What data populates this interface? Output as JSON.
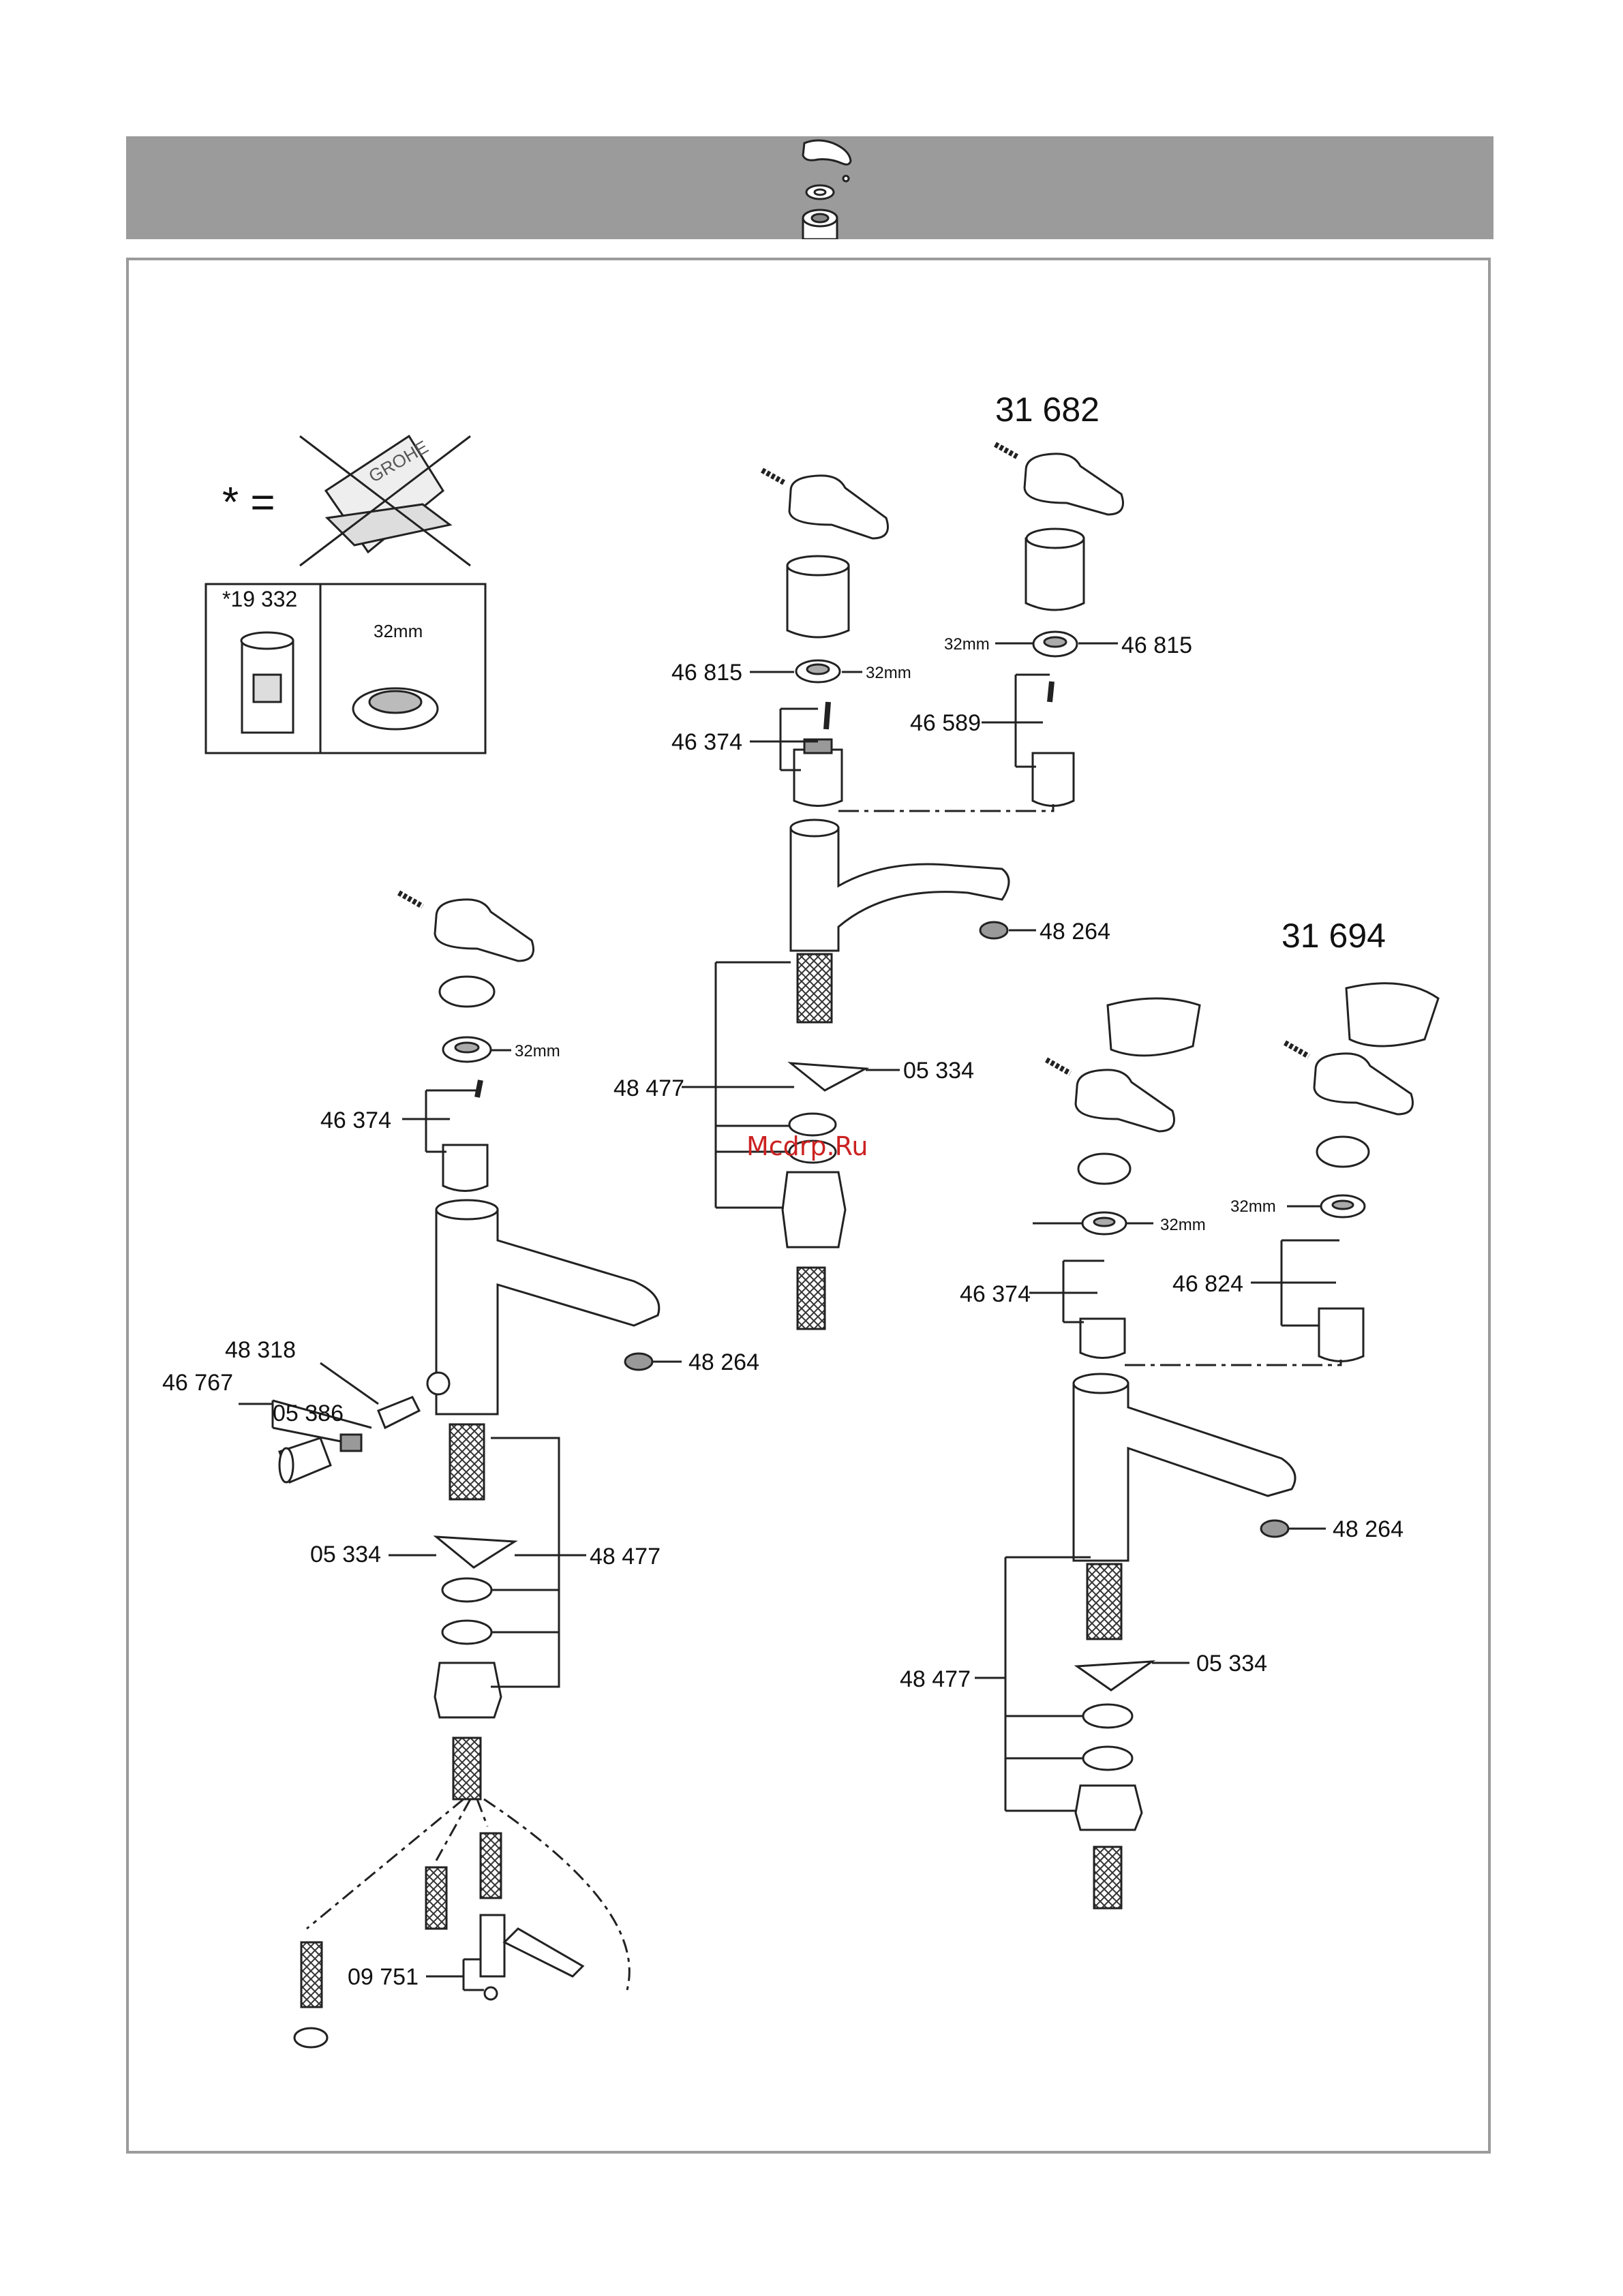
{
  "models": {
    "top_right": "31 682",
    "right": "31 694"
  },
  "legend": {
    "asterisk_symbol": "* =",
    "brand_mark": "GROHE",
    "table": {
      "left_header": "*19 332",
      "right_header": "32mm"
    }
  },
  "labels": {
    "center_46815": "46 815",
    "center_32mm": "32mm",
    "center_46374": "46 374",
    "center_48264": "48 264",
    "center_48477": "48 477",
    "center_05334": "05 334",
    "tr_32mm": "32mm",
    "tr_46815": "46 815",
    "tr_46589": "46 589",
    "left_32mm": "32mm",
    "left_46374": "46 374",
    "left_48264": "48 264",
    "left_48318": "48 318",
    "left_46767": "46 767",
    "left_05386": "05 386",
    "left_05334": "05 334",
    "left_48477": "48 477",
    "left_09751": "09 751",
    "r1_32mm": "32mm",
    "r1_46374": "46 374",
    "r2_32mm": "32mm",
    "r2_46824": "46 824",
    "r_48264": "48 264",
    "r_05334": "05 334",
    "r_48477": "48 477"
  },
  "watermark": "Mcdrp.Ru"
}
